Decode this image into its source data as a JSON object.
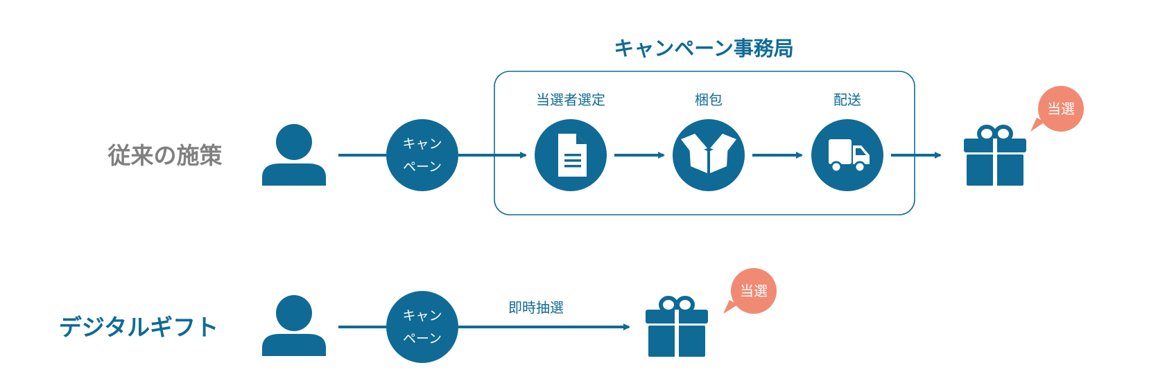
{
  "office": {
    "title": "キャンペーン事務局"
  },
  "rows": {
    "traditional": {
      "label": "従来の施策"
    },
    "digital": {
      "label": "デジタルギフト"
    }
  },
  "campaign": {
    "line1": "キャン",
    "line2": "ペーン"
  },
  "steps": [
    {
      "label": "当選者選定",
      "icon": "document-icon"
    },
    {
      "label": "梱包",
      "icon": "open-box-icon"
    },
    {
      "label": "配送",
      "icon": "truck-icon"
    }
  ],
  "instant": {
    "label": "即時抽選"
  },
  "badge": {
    "label": "当選"
  },
  "colors": {
    "primary": "#0f6a96",
    "gray": "#808080",
    "badge": "#f08a73"
  }
}
